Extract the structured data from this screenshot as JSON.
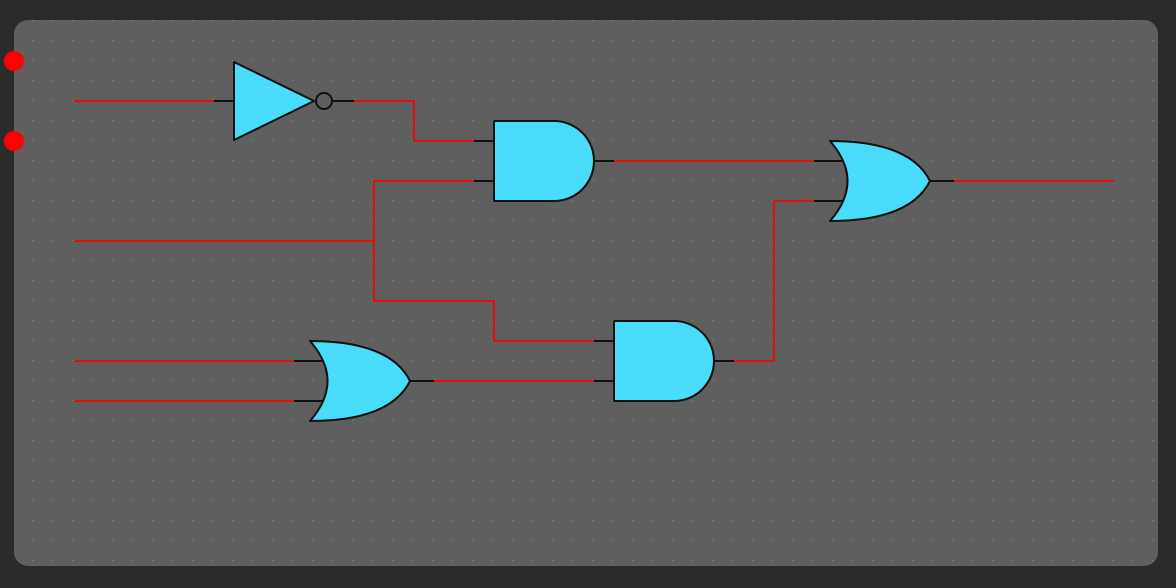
{
  "canvas": {
    "background_color": "#2b2b2b",
    "board_color": "#5f5f5f",
    "grid_dot_color": "#8a8a8a",
    "grid": true
  },
  "colors": {
    "wire": "#e01010",
    "gate_fill": "#48dcfa",
    "gate_outline": "#111111",
    "connector": "#ff0000"
  },
  "gates": [
    {
      "id": "not-1",
      "type": "NOT"
    },
    {
      "id": "and-1",
      "type": "AND"
    },
    {
      "id": "or-2",
      "type": "OR"
    },
    {
      "id": "and-2",
      "type": "AND"
    },
    {
      "id": "or-1",
      "type": "OR"
    }
  ],
  "inputs": [
    "in-1",
    "in-2",
    "in-3",
    "in-4"
  ],
  "outputs": [
    "out-1"
  ],
  "connections": [
    {
      "from": "in-1",
      "to": "not-1"
    },
    {
      "from": "not-1",
      "to": "and-1"
    },
    {
      "from": "in-2",
      "to": "and-1"
    },
    {
      "from": "in-2",
      "to": "and-2"
    },
    {
      "from": "in-3",
      "to": "or-1"
    },
    {
      "from": "in-4",
      "to": "or-1"
    },
    {
      "from": "or-1",
      "to": "and-2"
    },
    {
      "from": "and-1",
      "to": "or-2"
    },
    {
      "from": "and-2",
      "to": "or-2"
    },
    {
      "from": "or-2",
      "to": "out-1"
    }
  ],
  "connectors": [
    "connector-1",
    "connector-2"
  ]
}
